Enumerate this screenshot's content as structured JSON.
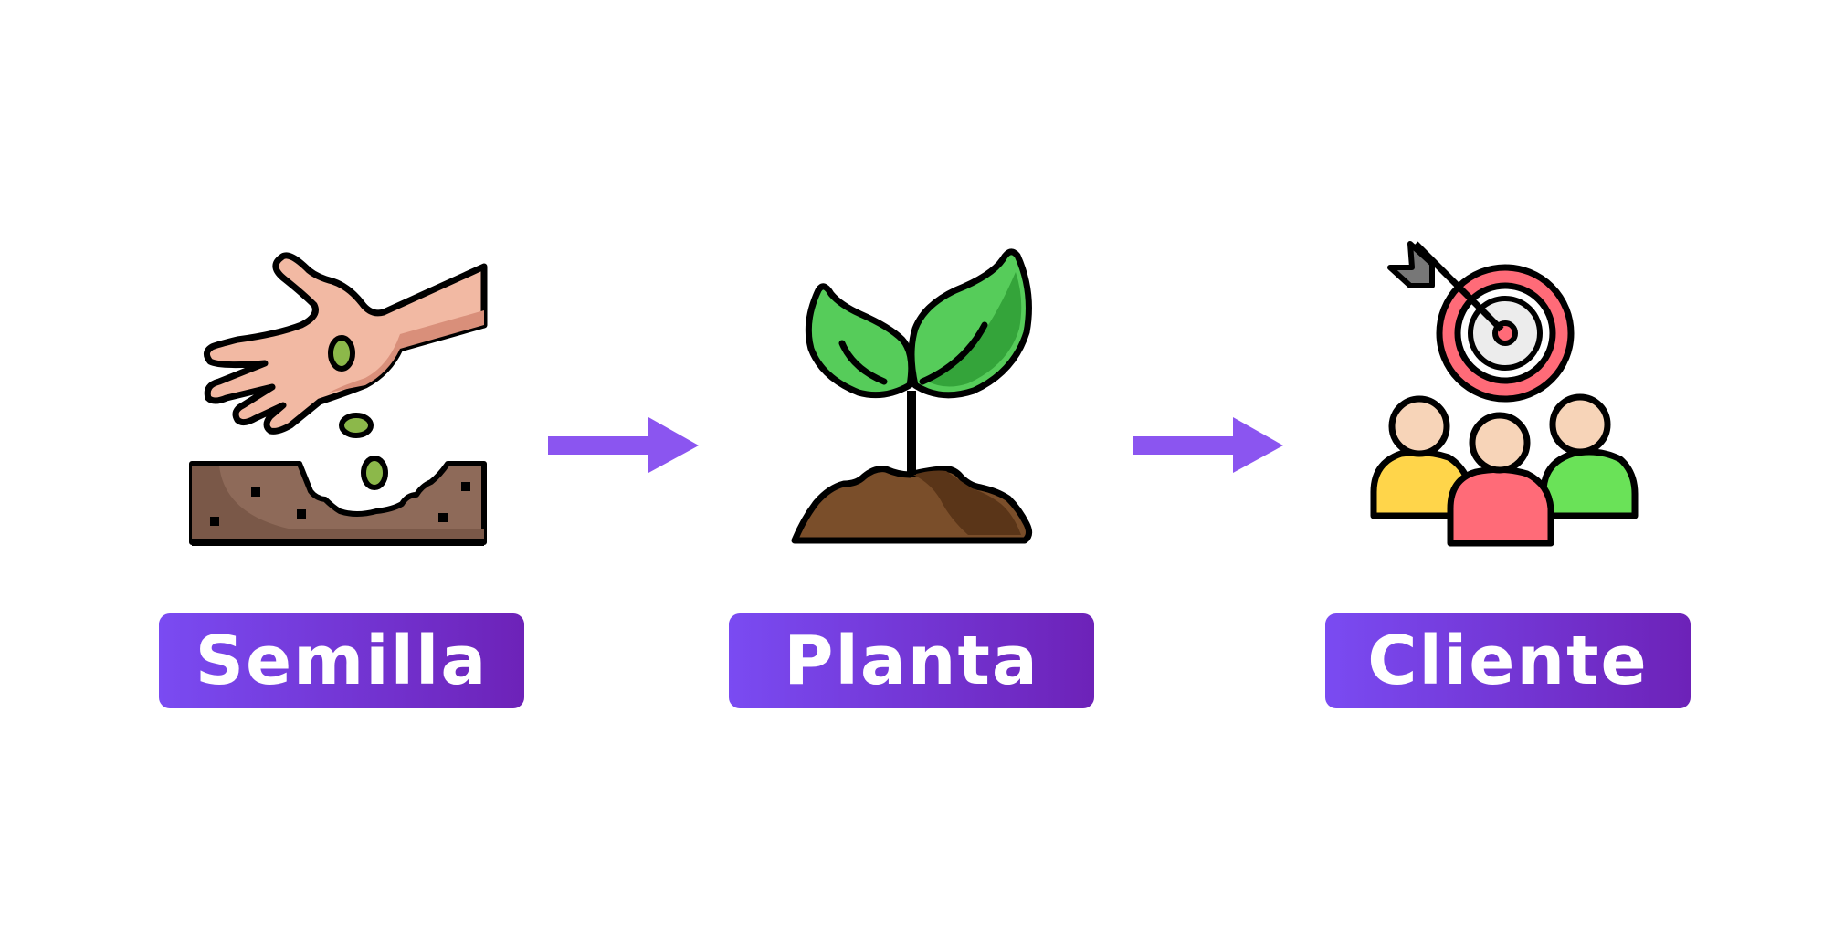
{
  "diagram": {
    "steps": [
      {
        "label": "Semilla",
        "icon": "hand-sowing-seed-icon"
      },
      {
        "label": "Planta",
        "icon": "sprout-plant-icon"
      },
      {
        "label": "Cliente",
        "icon": "customers-target-icon"
      }
    ],
    "colors": {
      "label_gradient_start": "#7a4bf2",
      "label_gradient_end": "#6d22b8",
      "arrow": "#8b55f0"
    }
  }
}
